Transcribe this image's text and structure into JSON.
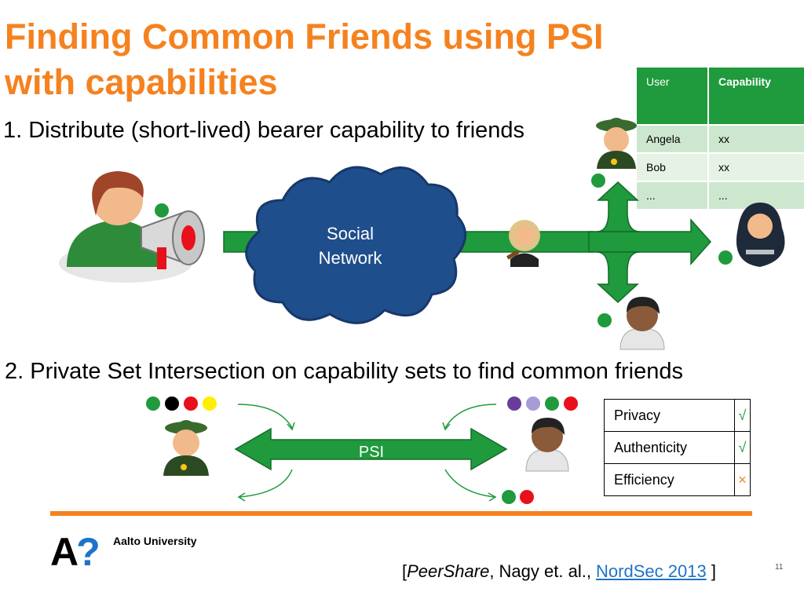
{
  "slide": {
    "title": "Finding Common Friends using PSI with capabilities",
    "bullet1": "1. Distribute (short-lived) bearer capability to friends",
    "bullet2": "2. Private Set Intersection on capability sets to find common friends"
  },
  "diagram1": {
    "cloud_line1": "Social",
    "cloud_line2": "Network",
    "colors": {
      "arrow": "#1f9a3c",
      "cloud": "#1f4e8c",
      "dot": "#1f9a3c"
    }
  },
  "capability_table": {
    "headers": [
      "User",
      "Capability"
    ],
    "rows": [
      [
        "Angela",
        "xx"
      ],
      [
        "Bob",
        "xx"
      ],
      [
        "...",
        "..."
      ]
    ]
  },
  "diagram2": {
    "psi_label": "PSI",
    "left_set_colors": [
      "#1f9a3c",
      "#000000",
      "#e8101a",
      "#ffee00"
    ],
    "right_set_colors": [
      "#6a3d9a",
      "#a99ad8",
      "#1f9a3c",
      "#e8101a"
    ],
    "intersection_colors": [
      "#1f9a3c",
      "#e8101a"
    ]
  },
  "properties_table": {
    "rows": [
      {
        "name": "Privacy",
        "mark": "√",
        "status": "ok"
      },
      {
        "name": "Authenticity",
        "mark": "√",
        "status": "ok"
      },
      {
        "name": "Efficiency",
        "mark": "×",
        "status": "bad"
      }
    ]
  },
  "footer": {
    "logo_letter": "A",
    "logo_mark": "?",
    "university": "Aalto University",
    "citation_open": "[",
    "citation_title": "PeerShare",
    "citation_authors": ", Nagy et. al., ",
    "citation_venue": "NordSec 2013",
    "citation_close": " ]",
    "page_number": "11"
  },
  "theme": {
    "accent": "#f5821f",
    "green": "#1f9a3c",
    "link": "#1e73c8"
  }
}
